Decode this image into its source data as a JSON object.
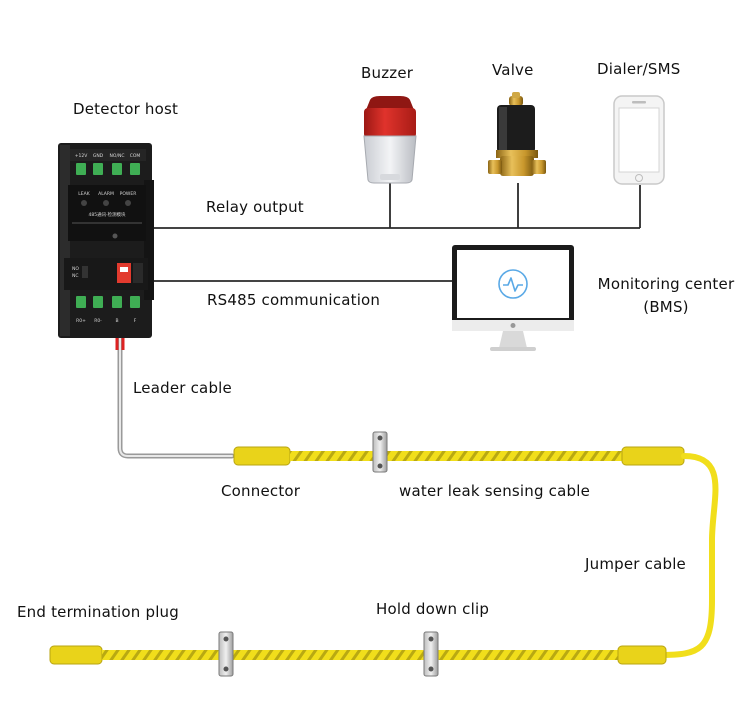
{
  "labels": {
    "detector_host": "Detector host",
    "buzzer": "Buzzer",
    "valve": "Valve",
    "dialer_sms": "Dialer/SMS",
    "relay_output": "Relay output",
    "rs485_communication": "RS485 communication",
    "monitoring_center_line1": "Monitoring center",
    "monitoring_center_line2": "(BMS)",
    "leader_cable": "Leader cable",
    "connector": "Connector",
    "water_leak_sensing_cable": "water leak sensing cable",
    "jumper_cable": "Jumper cable",
    "end_termination_plug": "End termination plug",
    "hold_down_clip": "Hold down clip"
  },
  "device_text": {
    "top_terminals": [
      "+12V",
      "GND",
      "NO/NC",
      "COM"
    ],
    "leds": [
      "LEAK",
      "ALARM",
      "POWER"
    ],
    "model": "485通讯·检测模块",
    "switch_label_line1": "NO",
    "switch_label_line2": "NC",
    "bottom_terminals": [
      "R0+",
      "R0-",
      "B",
      "F"
    ]
  },
  "colors": {
    "cable_yellow": "#f1de1b",
    "cable_stripe": "#a89a10",
    "line_dark": "#2a2a2a",
    "device_body": "#1b1b1b",
    "buzzer_red": "#d42a24",
    "valve_brass": "#c8972c",
    "monitor_icon": "#5aa9e6"
  }
}
